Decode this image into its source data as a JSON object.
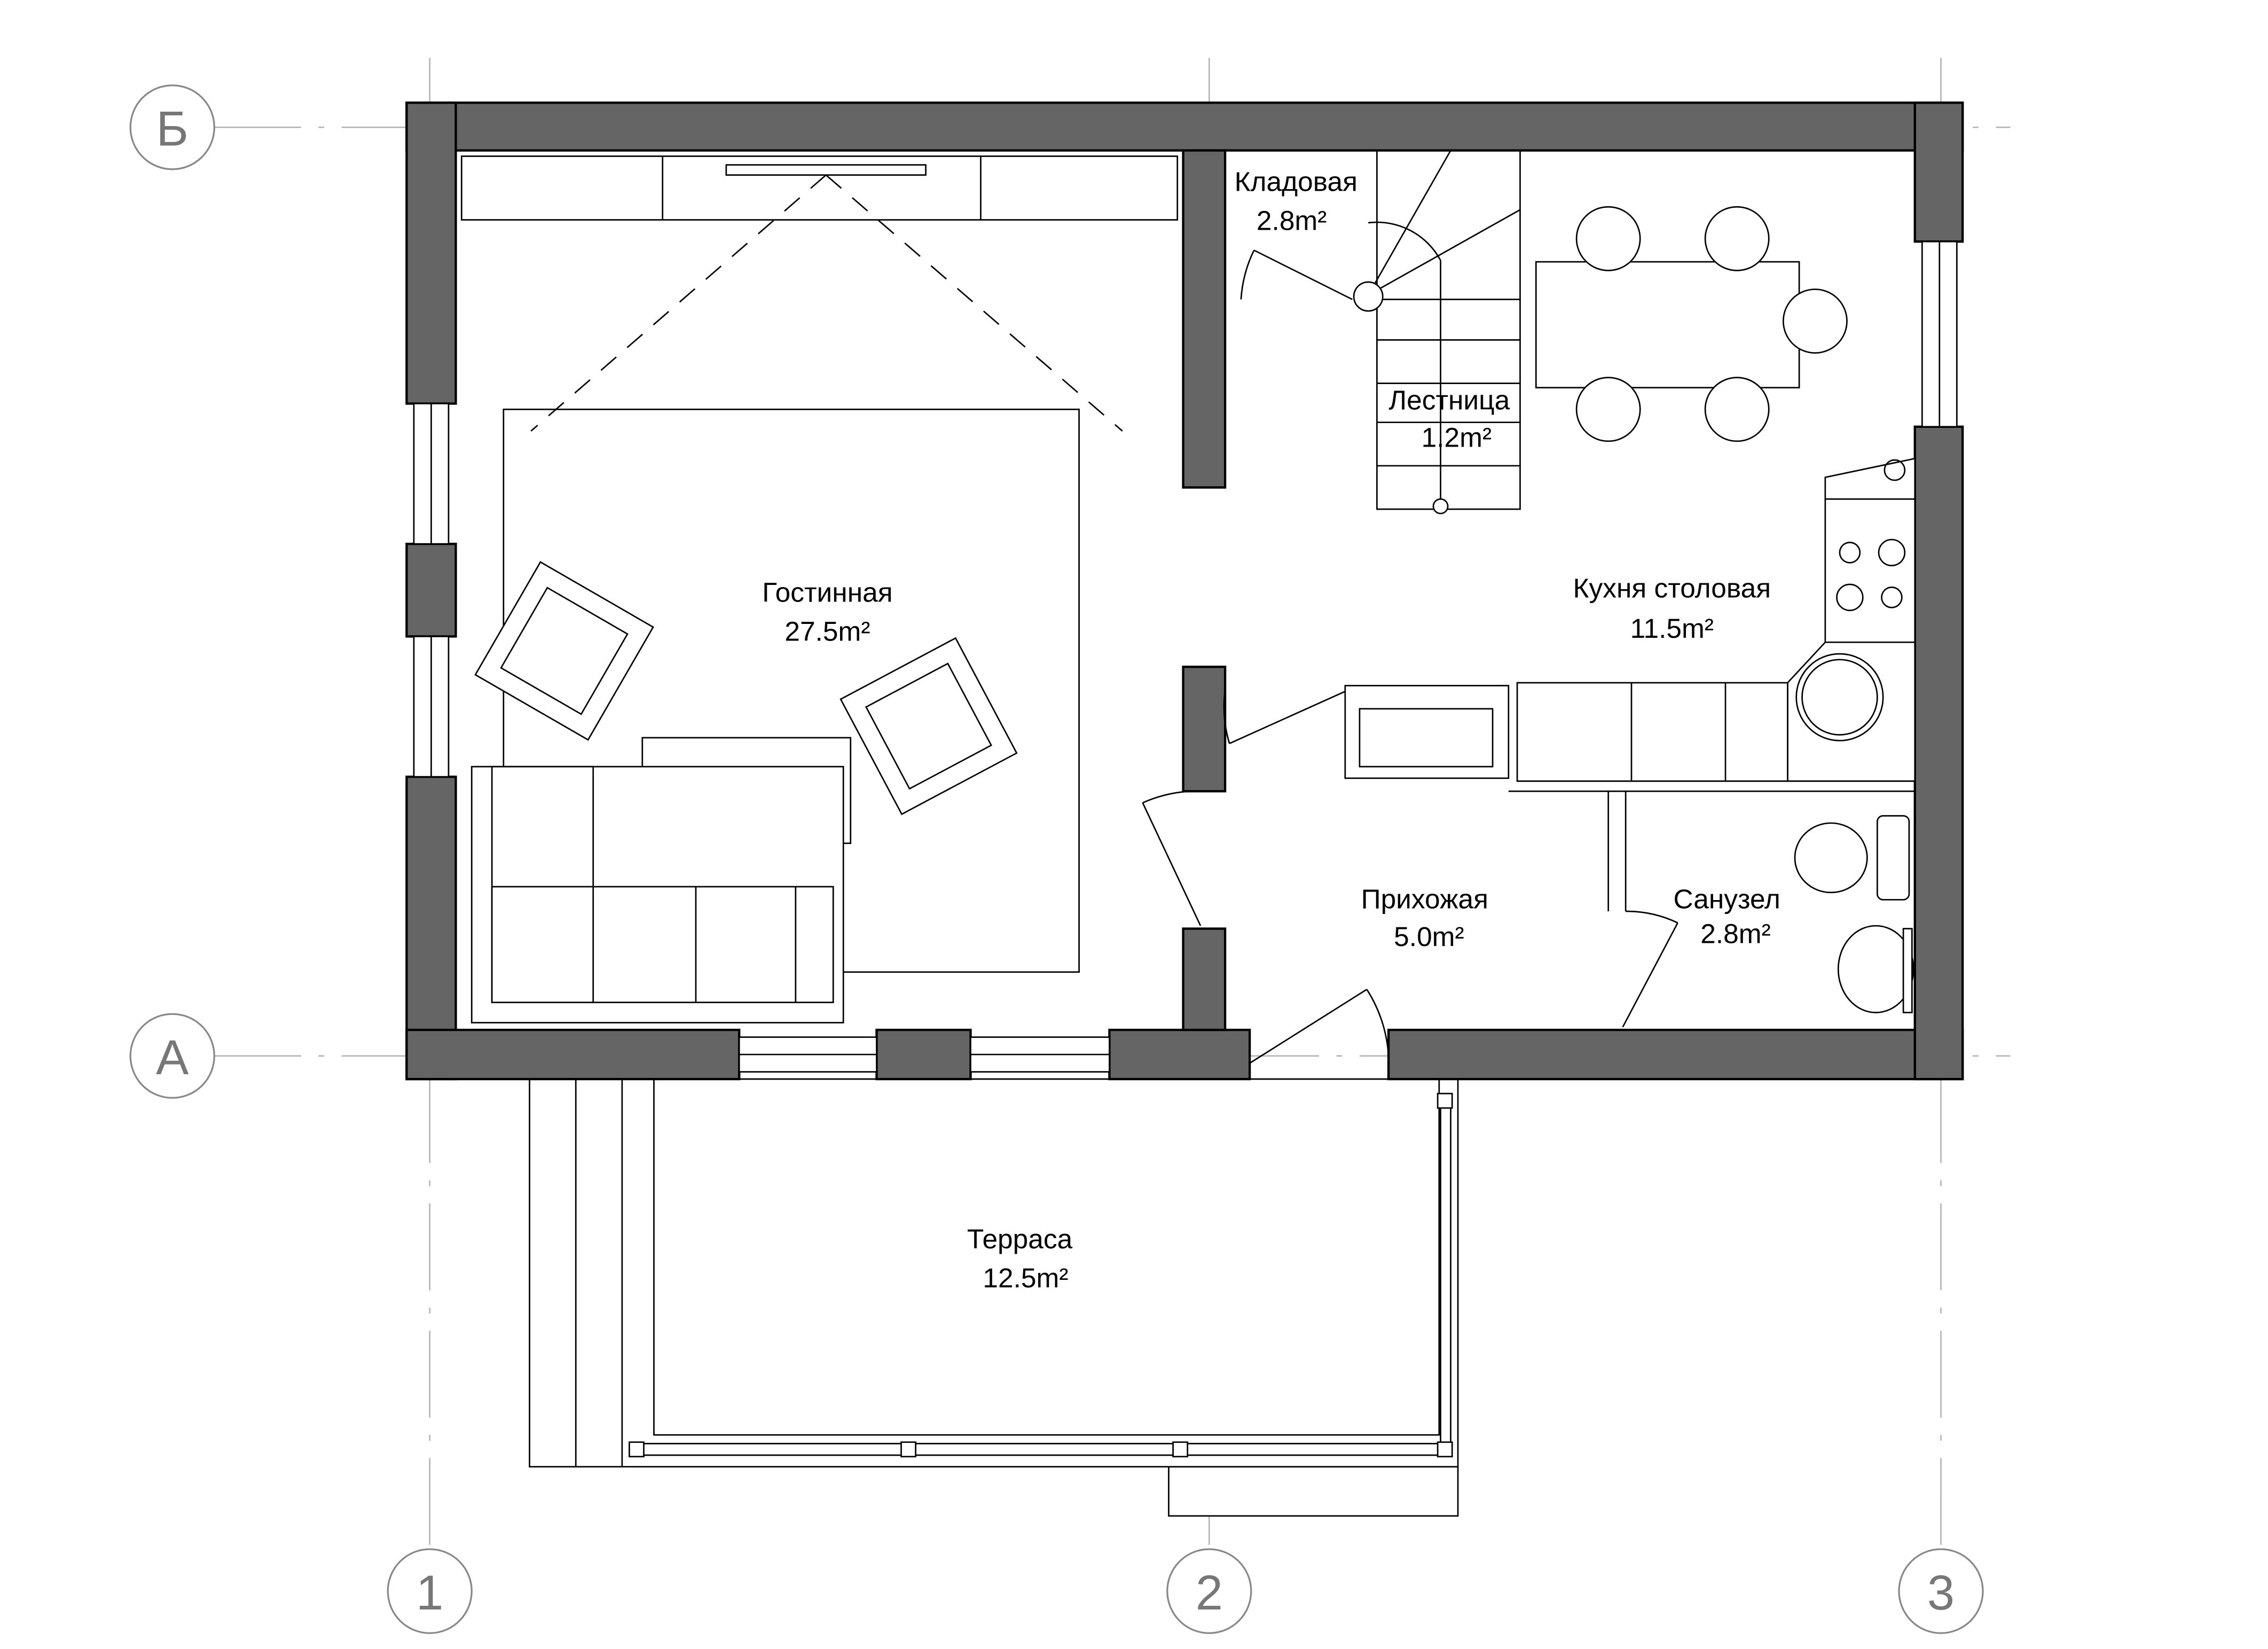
{
  "axes": {
    "rows": [
      "Б",
      "А"
    ],
    "columns": [
      "1",
      "2",
      "3"
    ]
  },
  "rooms": {
    "living": {
      "name": "Гостинная",
      "area": "27.5m²"
    },
    "storage": {
      "name": "Кладовая",
      "area": "2.8m²"
    },
    "stairs": {
      "name": "Лестница",
      "area": "1.2m²"
    },
    "kitchen": {
      "name": "Кухня столовая",
      "area": "11.5m²"
    },
    "hall": {
      "name": "Прихожая",
      "area": "5.0m²"
    },
    "bathroom": {
      "name": "Санузел",
      "area": "2.8m²"
    },
    "terrace": {
      "name": "Терраса",
      "area": "12.5m²"
    }
  },
  "colors": {
    "wall": "#656565",
    "grid": "#b5b5b5"
  }
}
